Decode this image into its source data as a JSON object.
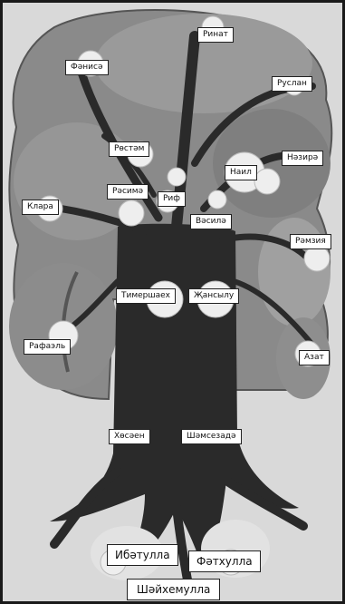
{
  "labels": {
    "rinat": "Ринат",
    "fanise": "Фәнисә",
    "ruslan": "Руслан",
    "rostam": "Рөстәм",
    "nazira": "Нәзирә",
    "nail": "Наил",
    "rasime": "Рәсимә",
    "rif": "Риф",
    "klara": "Клара",
    "vasile": "Вәсилә",
    "ramzia": "Рәмзия",
    "timershaeh": "Тимершаех",
    "zhansylu": "Җансылу",
    "rafael": "Рафаэль",
    "azat": "Азат",
    "khosaen": "Хөсәен",
    "shamsezada": "Шәмсезадә",
    "ibatulla": "Ибәтулла",
    "fatkhulla": "Фәтхулла",
    "shaykhemulla": "Шәйхемулла"
  }
}
